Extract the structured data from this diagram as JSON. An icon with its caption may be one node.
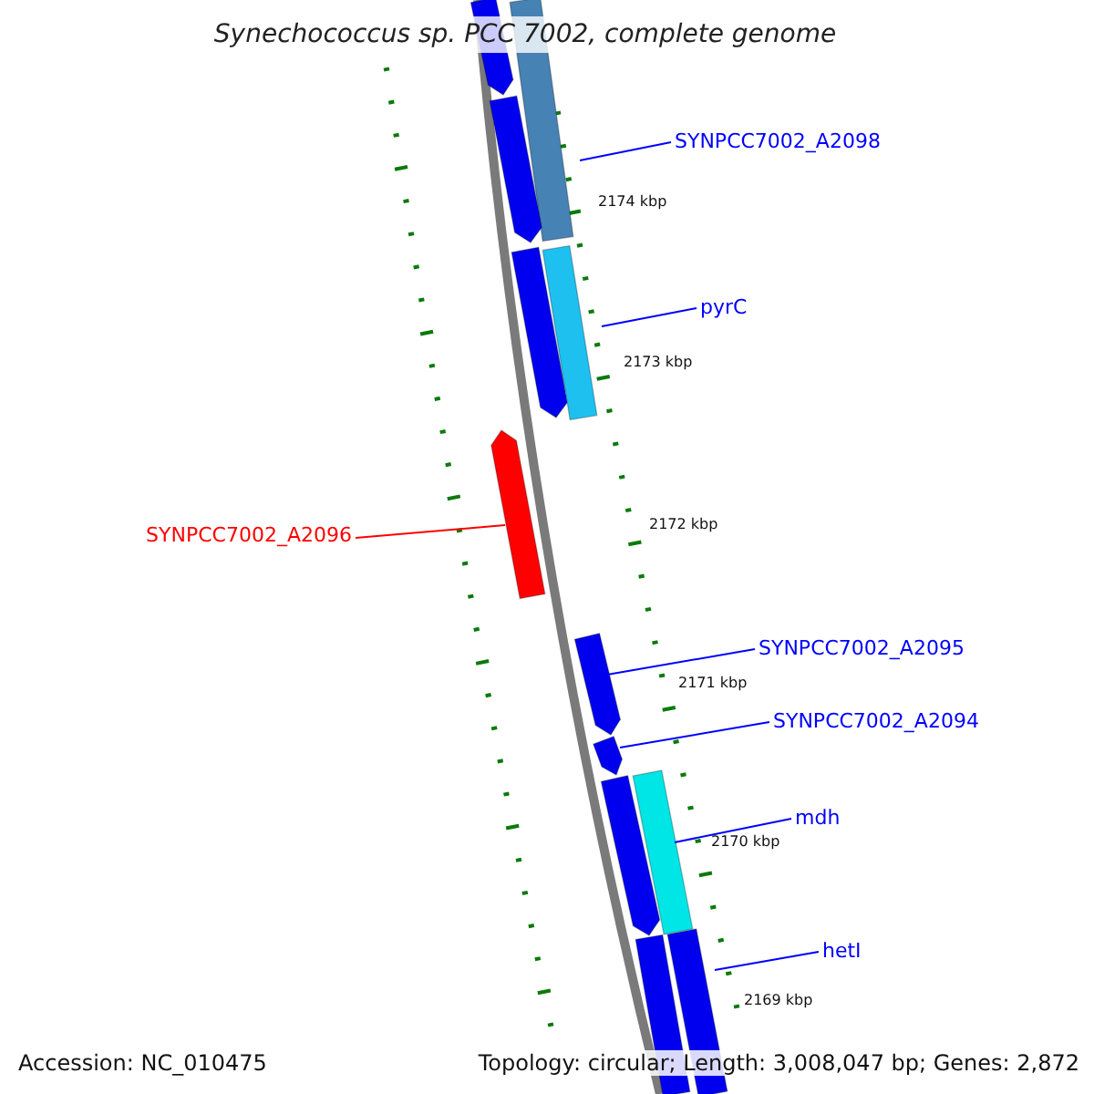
{
  "diagram": {
    "title": "Synechococcus sp. PCC 7002, complete genome",
    "nodes": [
      {
        "text": [
          "SYNPCC7002_A2098"
        ]
      },
      {
        "text": [],
        "shape": "arrow"
      },
      {
        "text": [],
        "shape": "bar"
      },
      {
        "text": [],
        "shape": "arrow"
      },
      {
        "text": [
          "pyrC"
        ]
      },
      {
        "text": [],
        "shape": "arrow"
      },
      {
        "text": [],
        "shape": "bar"
      },
      {
        "text": [
          "SYNPCC7002_A2096"
        ]
      },
      {
        "text": [],
        "shape": "arrow"
      },
      {
        "text": [
          "SYNPCC7002_A2095"
        ]
      },
      {
        "text": [],
        "shape": "arrow"
      },
      {
        "text": [
          "SYNPCC7002_A2094"
        ]
      },
      {
        "text": [],
        "shape": "arrow"
      },
      {
        "text": [],
        "shape": "arrow"
      },
      {
        "text": [
          "mdh"
        ]
      },
      {
        "text": [],
        "shape": "bar"
      },
      {
        "text": [
          "hetI"
        ]
      },
      {
        "text": [],
        "shape": "bar"
      },
      {
        "text": [],
        "shape": "bar"
      }
    ],
    "edges": [
      {
        "from": 0,
        "to": 2,
        "arrow": "none"
      },
      {
        "from": 4,
        "to": 6,
        "arrow": "none"
      },
      {
        "from": 7,
        "to": 8,
        "arrow": "none",
        "color": "#ff0000"
      },
      {
        "from": 9,
        "to": 10,
        "arrow": "none"
      },
      {
        "from": 11,
        "to": 12,
        "arrow": "none"
      },
      {
        "from": 14,
        "to": 15,
        "arrow": "none"
      },
      {
        "from": 16,
        "to": 18,
        "arrow": "none"
      }
    ],
    "labels": [
      "2174 kbp",
      "2173 kbp",
      "2172 kbp",
      "2171 kbp",
      "2170 kbp",
      "2169 kbp",
      "Accession: NC_010475",
      "Topology: circular; Length: 3,008,047 bp; Genes: 2,872"
    ]
  }
}
